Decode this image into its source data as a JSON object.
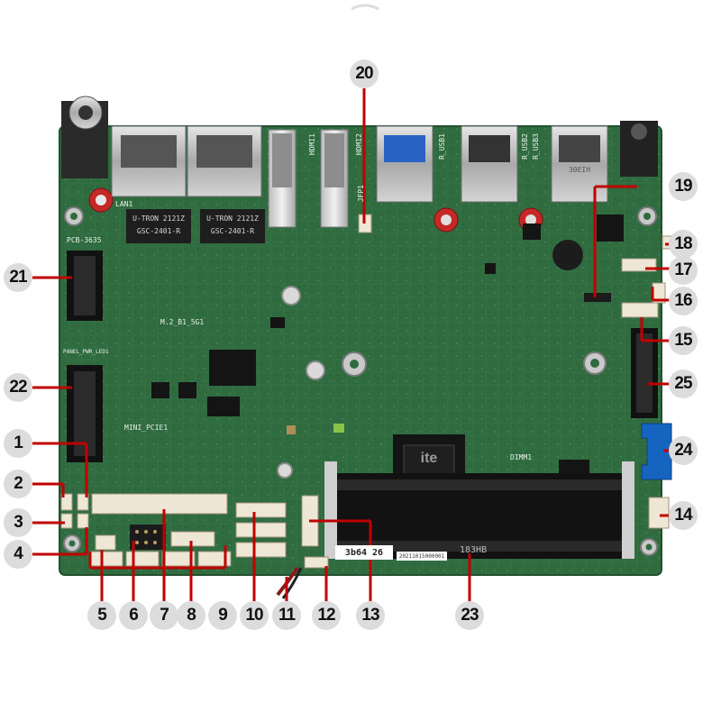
{
  "callouts": [
    {
      "n": "1"
    },
    {
      "n": "2"
    },
    {
      "n": "3"
    },
    {
      "n": "4"
    },
    {
      "n": "5"
    },
    {
      "n": "6"
    },
    {
      "n": "7"
    },
    {
      "n": "8"
    },
    {
      "n": "9"
    },
    {
      "n": "10"
    },
    {
      "n": "11"
    },
    {
      "n": "12"
    },
    {
      "n": "13"
    },
    {
      "n": "14"
    },
    {
      "n": "15"
    },
    {
      "n": "16"
    },
    {
      "n": "17"
    },
    {
      "n": "18"
    },
    {
      "n": "19"
    },
    {
      "n": "20"
    },
    {
      "n": "21"
    },
    {
      "n": "22"
    },
    {
      "n": "23"
    },
    {
      "n": "24"
    },
    {
      "n": "25"
    }
  ],
  "silkscreen": {
    "lan1": "LAN1",
    "pcb": "PCB-3635",
    "hdmi1": "HDMI1",
    "hdmi2": "HDMI2",
    "r_usb1": "R_USB1",
    "r_usb2": "R_USB2",
    "r_usb3": "R_USB3",
    "m2_slot": "M.2_B1_5G1",
    "mini_pcie": "MINI_PCIE1",
    "dimm": "DIMM1",
    "pwr_led": "PANEL_PWR_LED1",
    "jfp": "JFP1"
  },
  "chips": {
    "utron1_line1": "U-TRON 2121Z",
    "utron1_line2": "GSC-2401-R",
    "utron2_line1": "U-TRON 2121Z",
    "utron2_line2": "GSC-2401-R",
    "ite": "ite",
    "usb_label": "30EIH"
  },
  "stickers": {
    "serial": "3b64 26",
    "barcode": "20211015000001",
    "dimm_code": "183HB"
  }
}
